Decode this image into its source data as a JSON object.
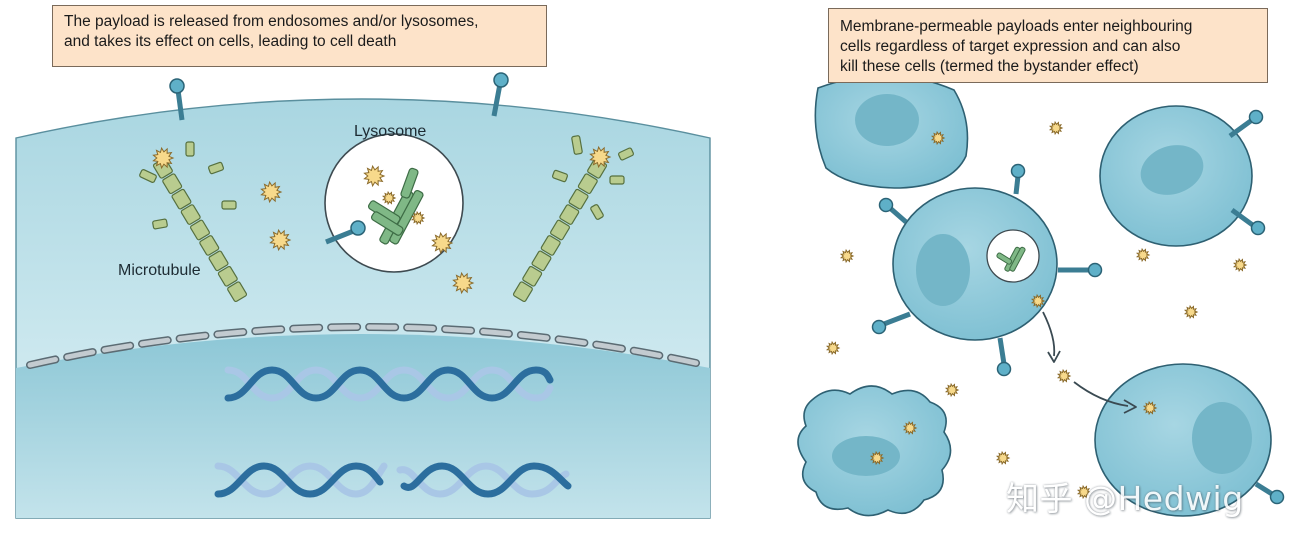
{
  "left_panel": {
    "caption_lines": [
      "The payload is released from endosomes and/or lysosomes,",
      "and takes its effect on cells, leading to cell death"
    ],
    "lysosome_label": "Lysosome",
    "microtubule_label": "Microtubule"
  },
  "right_panel": {
    "caption_lines": [
      "Membrane-permeable payloads enter neighbouring",
      "cells regardless of target expression and can also",
      "kill these cells (termed the bystander effect)"
    ]
  },
  "watermark": "知乎 @Hedwig",
  "colors": {
    "cytoplasm": "#b9dde6",
    "nucleus": "#9fd0dc",
    "cell_fill": "#8fc8d8",
    "cell_nucleus": "#74b6c8",
    "caption_bg": "#fde3c9",
    "payload": "#f7d98b",
    "microtubule": "#b9cc8f",
    "antibody": "#6fa877",
    "dna_dark": "#2c6e9e",
    "dna_light": "#a9c7e6",
    "receptor": "#4a9bb4"
  }
}
